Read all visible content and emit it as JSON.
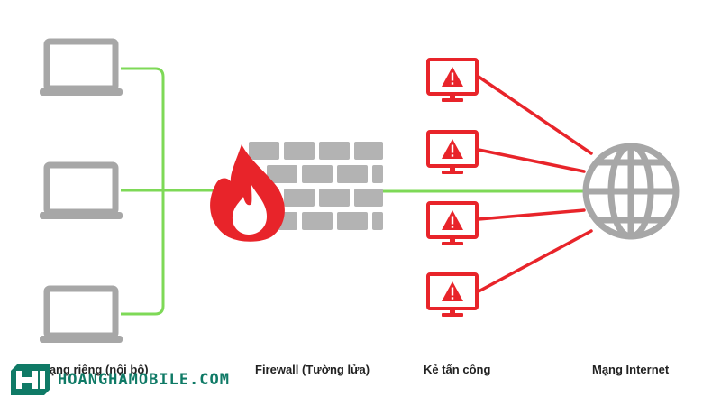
{
  "labels": {
    "private_network": "Mạng riêng (nội bộ)",
    "firewall": "Firewall (Tường lửa)",
    "attackers": "Kẻ tấn công",
    "internet": "Mạng Internet"
  },
  "logo": {
    "text": "HOANGHAMOBILE.COM"
  },
  "icons": {
    "laptops": [
      "laptop-icon",
      "laptop-icon",
      "laptop-icon"
    ],
    "attackers": [
      "warning-monitor-icon",
      "warning-monitor-icon",
      "warning-monitor-icon",
      "warning-monitor-icon"
    ],
    "firewall": [
      "flame-icon",
      "brick-wall-icon"
    ],
    "internet": "globe-icon"
  },
  "colors": {
    "safe_link": "#7ed957",
    "attack_link": "#e8242a",
    "device_gray": "#a7a7a7",
    "brick_gray": "#b3b3b3",
    "logo_green": "#0f7a66"
  }
}
